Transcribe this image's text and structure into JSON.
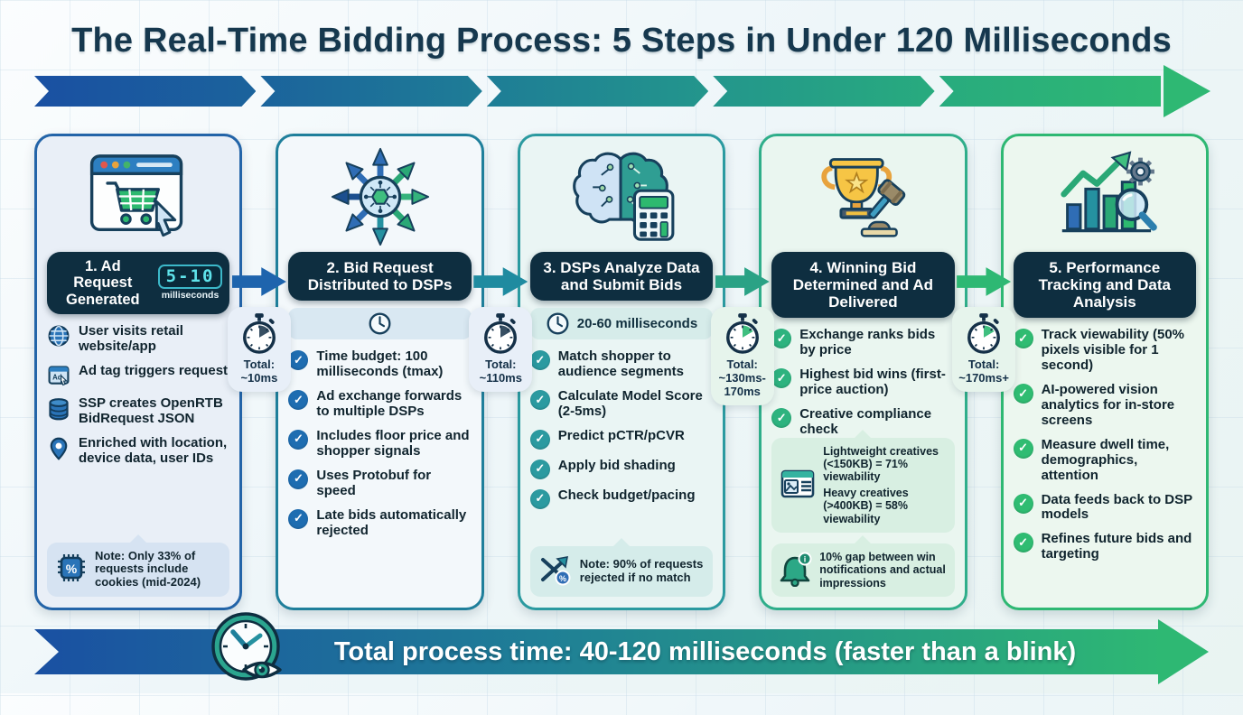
{
  "page_title": "The Real-Time Bidding Process: 5 Steps in Under 120 Milliseconds",
  "colors": {
    "band_blue": "#1a50a2",
    "band_green": "#2eb873",
    "step1_accent": "#2364a8",
    "step2_accent": "#1f7f9b",
    "step3_accent": "#2b9aa0",
    "step4_accent": "#2fae8a",
    "step5_accent": "#2eb873",
    "title_band_bg": "#0e2e40"
  },
  "steps": [
    {
      "title": "1. Ad Request Generated",
      "timer_value": "5-10",
      "timer_unit": "milliseconds",
      "bullets": [
        {
          "icon": "globe-icon",
          "text": "User visits retail website/app"
        },
        {
          "icon": "ad-tag-icon",
          "text": "Ad tag triggers request"
        },
        {
          "icon": "database-icon",
          "text": "SSP creates OpenRTB BidRequest JSON"
        },
        {
          "icon": "location-pin-icon",
          "text": "Enriched with location, device data, user IDs"
        }
      ],
      "note": {
        "icon": "chip-percent-icon",
        "label": "Note:",
        "text": "Only 33% of requests include cookies (mid-2024)"
      }
    },
    {
      "title": "2. Bid Request Distributed to DSPs",
      "bullets": [
        {
          "text": "Time budget: 100 milliseconds (tmax)"
        },
        {
          "text": "Ad exchange forwards to multiple DSPs"
        },
        {
          "text": "Includes floor price and shopper signals"
        },
        {
          "text": "Uses Protobuf for speed"
        },
        {
          "text": "Late bids automatically rejected"
        }
      ]
    },
    {
      "title": "3. DSPs Analyze Data and Submit Bids",
      "timing": "20-60 milliseconds",
      "bullets": [
        {
          "text": "Match shopper to audience segments"
        },
        {
          "text": "Calculate Model Score (2-5ms)"
        },
        {
          "text": "Predict pCTR/pCVR"
        },
        {
          "text": "Apply bid shading"
        },
        {
          "text": "Check budget/pacing"
        }
      ],
      "note": {
        "icon": "crossed-arrows-icon",
        "label": "Note:",
        "text": "90% of requests rejected if no match"
      }
    },
    {
      "title": "4. Winning Bid Determined and Ad Delivered",
      "bullets": [
        {
          "text": "Exchange ranks bids by price"
        },
        {
          "text": "Highest bid wins (first-price auction)"
        },
        {
          "text": "Creative compliance check"
        }
      ],
      "note_creatives": {
        "icon": "creative-file-icon",
        "line1": "Lightweight creatives (<150KB) = 71% viewability",
        "line2": "Heavy creatives (>400KB) = 58% viewability"
      },
      "note_gap": {
        "icon": "bell-icon",
        "text": "10% gap between win notifications and actual impressions"
      }
    },
    {
      "title": "5. Performance Tracking and Data Analysis",
      "bullets": [
        {
          "text": "Track viewability (50% pixels visible for 1 second)"
        },
        {
          "text": "AI-powered vision analytics for in-store screens"
        },
        {
          "text": "Measure dwell time, demographics, attention"
        },
        {
          "text": "Data feeds back to DSP models"
        },
        {
          "text": "Refines future bids and targeting"
        }
      ]
    }
  ],
  "connectors": [
    {
      "label": "Total:",
      "value": "~10ms"
    },
    {
      "label": "Total:",
      "value": "~110ms"
    },
    {
      "label": "Total:",
      "value": "~130ms-\n170ms"
    },
    {
      "label": "Total:",
      "value": "~170ms+"
    }
  ],
  "footer": {
    "text": "Total process time: 40-120 milliseconds (faster than a blink)"
  }
}
